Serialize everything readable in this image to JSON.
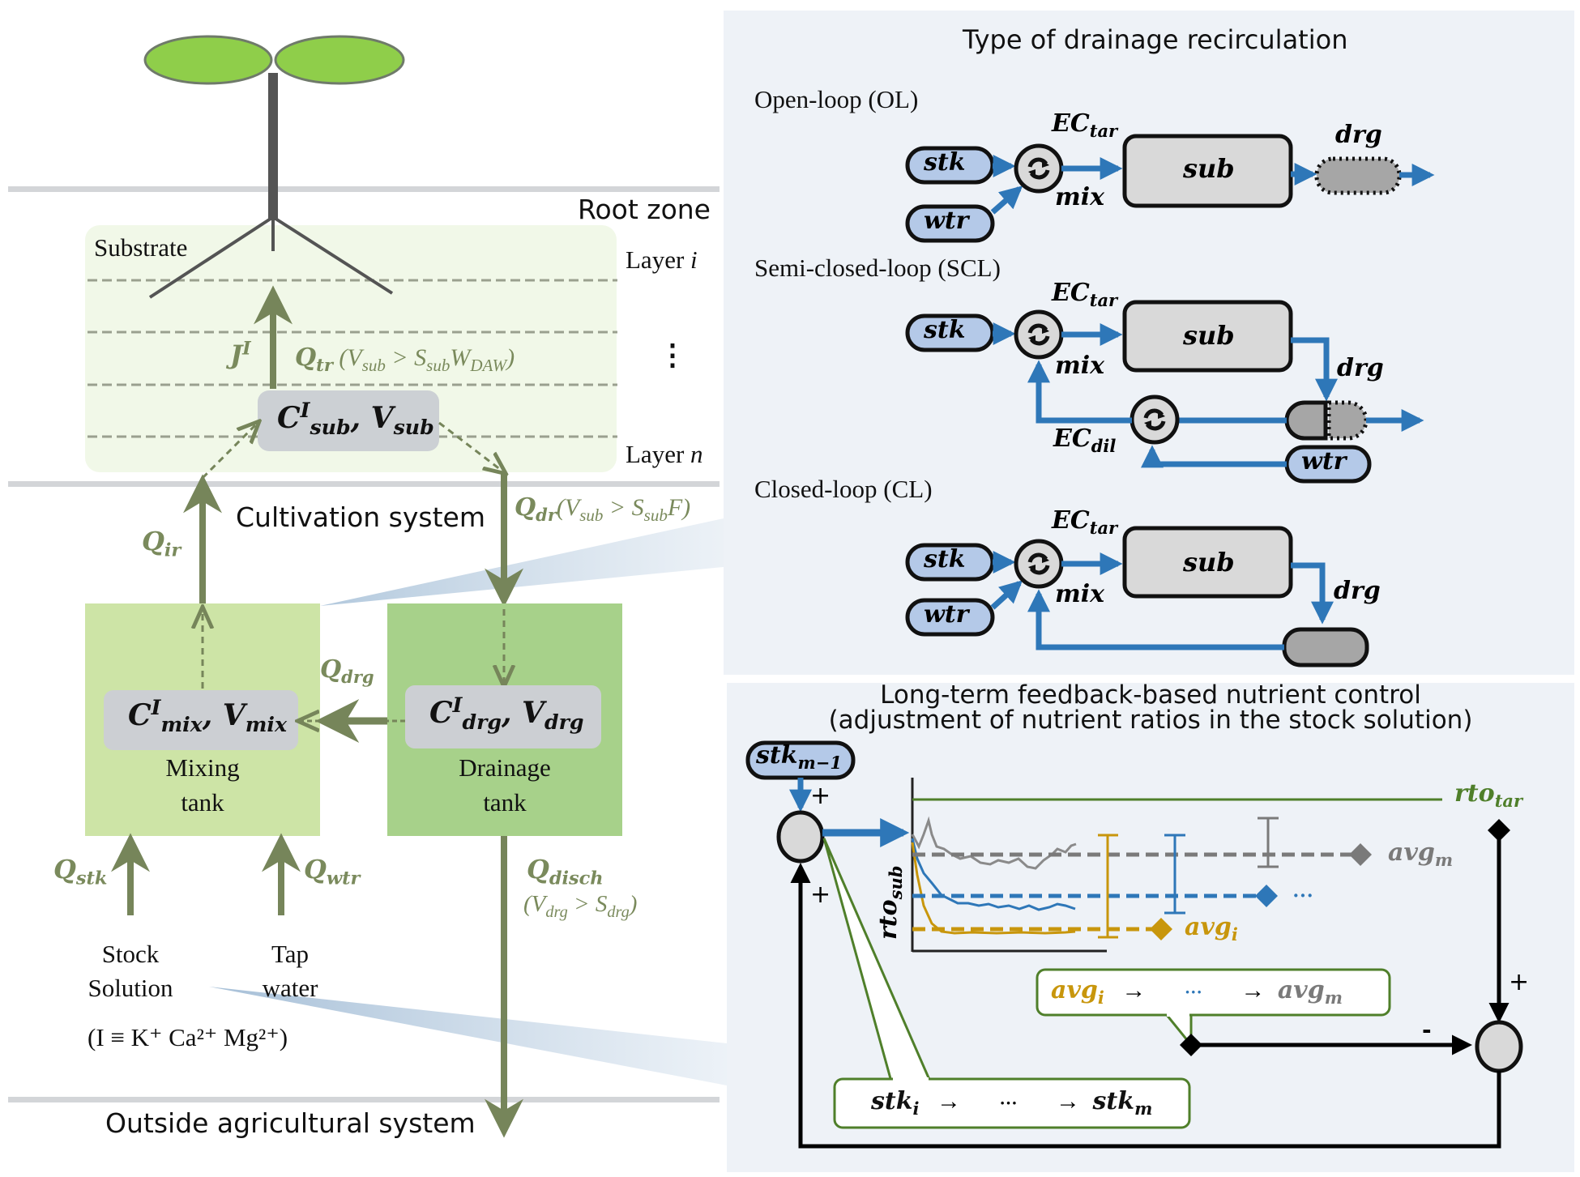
{
  "colors": {
    "olive": "#76855a",
    "olive_text": "#7a8a5c",
    "leaf": "#8fce4a",
    "stem": "#545454",
    "blue": "#2e77b8",
    "pill_blue": "#b4c9e8",
    "box_gray": "#d9d9d9",
    "tank_gray": "#a6a6a6",
    "green_line": "#4f7f2a",
    "gold": "#c8960c",
    "gray_series": "#7a7a7a",
    "panel_bg": "#eef2f7",
    "mix_tank": "#cde4a6",
    "drain_tank": "#a7d18a",
    "substrate_bg": "#f1f8e8"
  },
  "left": {
    "zones": {
      "root_zone": "Root zone",
      "cultivation_system": "Cultivation system",
      "outside": "Outside agricultural system"
    },
    "substrate": {
      "label": "Substrate",
      "layer_i": "Layer",
      "layer_i_var": "i",
      "layer_n": "Layer",
      "layer_n_var": "n",
      "vdots": "⋮",
      "state_C": "C",
      "state_sup": "I",
      "state_sub": "sub",
      "state_V": "V",
      "state_Vsub": "sub",
      "uptake_J": "J",
      "uptake_sup": "I",
      "transpiration": {
        "Q": "Q",
        "sub": "tr",
        "cond_open": "(V",
        "cond_vsub": "sub",
        "cond_gt": " > S",
        "cond_ssub": "sub",
        "cond_W": "W",
        "cond_daw": "DAW",
        "cond_close": ")"
      }
    },
    "flows": {
      "irrigation": {
        "Q": "Q",
        "sub": "ir"
      },
      "drainage": {
        "Q": "Q",
        "sub": "dr",
        "cond_open": "(V",
        "cond_vsub": "sub",
        "cond_gt": " > S",
        "cond_ssub": "sub",
        "cond_F": "F",
        "cond_close": ")"
      },
      "drg_return": {
        "Q": "Q",
        "sub": "drg"
      },
      "stock": {
        "Q": "Q",
        "sub": "stk"
      },
      "water": {
        "Q": "Q",
        "sub": "wtr"
      },
      "discharge": {
        "Q": "Q",
        "sub": "disch",
        "cond_open": "(V",
        "cond_vdrg": "drg",
        "cond_gt": " > S",
        "cond_sdrg": "drg",
        "cond_close": ")"
      }
    },
    "mixing_tank": {
      "C": "C",
      "sup": "I",
      "sub": "mix",
      "V": "V",
      "Vsub": "mix",
      "label_line1": "Mixing",
      "label_line2": "tank"
    },
    "drainage_tank": {
      "C": "C",
      "sup": "I",
      "sub": "drg",
      "V": "V",
      "Vsub": "drg",
      "label_line1": "Drainage",
      "label_line2": "tank"
    },
    "sources": {
      "stock_line1": "Stock",
      "stock_line2": "Solution",
      "tap_line1": "Tap",
      "tap_line2": "water",
      "ions": "(I ≡ K⁺ Ca²⁺ Mg²⁺)"
    }
  },
  "recirculation": {
    "title": "Type of drainage recirculation",
    "open_loop": {
      "title": "Open-loop (OL)",
      "stk": "stk",
      "wtr": "wtr",
      "mix": "mix",
      "ec": "EC",
      "ec_sub": "tar",
      "sub": "sub",
      "drg": "drg"
    },
    "semi_closed": {
      "title": "Semi-closed-loop (SCL)",
      "stk": "stk",
      "wtr": "wtr",
      "mix": "mix",
      "ec": "EC",
      "ec_sub": "tar",
      "ec_dil": "EC",
      "ec_dil_sub": "dil",
      "sub": "sub",
      "drg": "drg"
    },
    "closed_loop": {
      "title": "Closed-loop (CL)",
      "stk": "stk",
      "wtr": "wtr",
      "mix": "mix",
      "ec": "EC",
      "ec_sub": "tar",
      "sub": "sub",
      "drg": "drg"
    }
  },
  "feedback": {
    "title_line1": "Long-term feedback-based nutrient control",
    "title_line2": "(adjustment of nutrient ratios in the stock solution)",
    "stk_prev": "stk",
    "stk_prev_sub": "m−1",
    "plus": "+",
    "minus": "-",
    "y_axis": "rto",
    "y_axis_sub": "sub",
    "target": "rto",
    "target_sub": "tar",
    "avg_m": "avg",
    "avg_m_sub": "m",
    "avg_i": "avg",
    "avg_i_sub": "i",
    "ellipsis": "···",
    "avg_seq": {
      "a": "avg",
      "a_sub": "i",
      "arrow": "→",
      "dots": "···",
      "b": "avg",
      "b_sub": "m"
    },
    "stk_seq": {
      "a": "stk",
      "a_sub": "i",
      "arrow": "→",
      "dots": "···",
      "b": "stk",
      "b_sub": "m"
    }
  }
}
